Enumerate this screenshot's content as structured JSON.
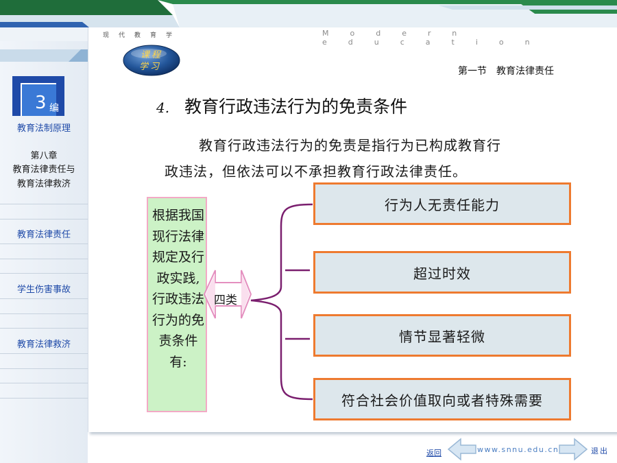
{
  "header": {
    "modern_cn": "现代教育学",
    "modern_en": "Modern education"
  },
  "course_badge": {
    "line1": "课程",
    "line2": "学习"
  },
  "section_title": "第一节　教育法律责任",
  "sidebar": {
    "part_number": "3",
    "part_suffix": "编",
    "part_title": "教育法制原理",
    "chapter": "第八章",
    "chapter_title_line1": "教育法律责任与",
    "chapter_title_line2": "教育法律救济",
    "items": [
      {
        "label": "教育法律责任"
      },
      {
        "label": "学生伤害事故"
      },
      {
        "label": "教育法律救济"
      }
    ]
  },
  "content": {
    "heading_number": "4.",
    "heading_text": "教育行政违法行为的免责条件",
    "intro_line1": "教育行政违法行为的免责是指行为已构成教育行",
    "intro_line2": "政违法，但依法可以不承担教育行政法律责任。",
    "basis_text": "根据我国现行法律规定及行政实践,行政违法行为的免责条件有:",
    "four_label": "四类",
    "conditions": [
      {
        "label": "行为人无责任能力"
      },
      {
        "label": "超过时效"
      },
      {
        "label": "情节显著轻微"
      },
      {
        "label": "符合社会价值取向或者特殊需要"
      }
    ]
  },
  "footer": {
    "back_label": "返回",
    "url": "www.snnu.edu.cn",
    "exit_label": "退出"
  },
  "colors": {
    "accent_blue": "#1f4aa8",
    "box_border": "#ee7a2f",
    "box_fill": "#dde7ec",
    "basis_fill": "#ccf2c6",
    "basis_border": "#f3a9c6",
    "brace": "#7a1e6e",
    "header_green": "#1e7a3e"
  }
}
